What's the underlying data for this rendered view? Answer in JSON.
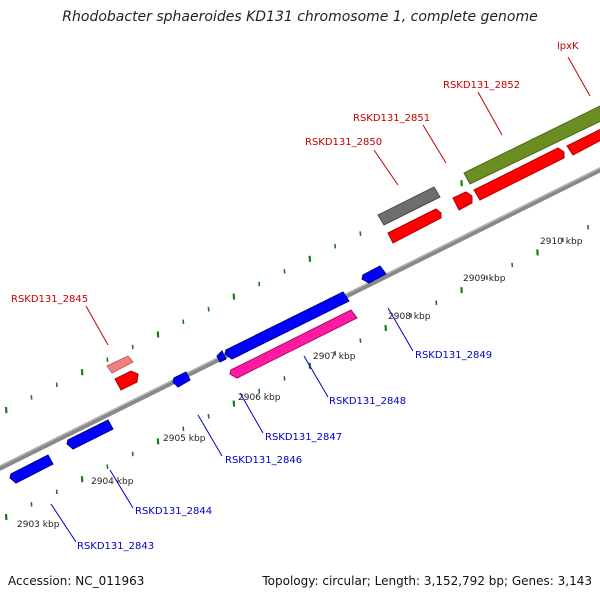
{
  "title": "Rhodobacter sphaeroides KD131 chromosome 1, complete genome",
  "footer": {
    "accession": "Accession: NC_011963",
    "topology": "Topology: circular; Length: 3,152,792 bp; Genes: 3,143"
  },
  "map": {
    "kbp_labels": [
      "2903 kbp",
      "2904 kbp",
      "2905 kbp",
      "2906 kbp",
      "2907 kbp",
      "2908 kbp",
      "2909 kbp",
      "2910 kbp"
    ],
    "genes": [
      {
        "id": "RSKD131_2843",
        "color": "#0000ff",
        "label_color": "#0000c8",
        "strand": "-"
      },
      {
        "id": "RSKD131_2844",
        "color": "#0000ff",
        "label_color": "#0000c8",
        "strand": "-"
      },
      {
        "id": "RSKD131_2845",
        "color": "#ff0000",
        "label_color": "#c80000",
        "strand": "+"
      },
      {
        "id": "RSKD131_2846",
        "color": "#0000ff",
        "label_color": "#0000c8",
        "strand": "-"
      },
      {
        "id": "RSKD131_2847",
        "color": "#0000ff",
        "label_color": "#0000c8",
        "strand": "-"
      },
      {
        "id": "RSKD131_2848",
        "color": "#ff1aa0",
        "label_color": "#0000c8",
        "strand": "-"
      },
      {
        "id": "RSKD131_2849",
        "color": "#0000ff",
        "label_color": "#0000c8",
        "strand": "-"
      },
      {
        "id": "RSKD131_2850",
        "color": "#ff0000",
        "label_color": "#c80000",
        "strand": "+"
      },
      {
        "id": "RSKD131_2851",
        "color": "#ff0000",
        "label_color": "#c80000",
        "strand": "+"
      },
      {
        "id": "RSKD131_2852",
        "color": "#ff0000",
        "label_color": "#c80000",
        "strand": "+"
      },
      {
        "id": "lpxK",
        "color": "#ff0000",
        "label_color": "#c80000",
        "strand": "+"
      }
    ],
    "colors": {
      "backbone": "#8c8c8c",
      "tick": "#1a7a1a",
      "gene_forward": "#ff0000",
      "gene_reverse": "#0000ff",
      "gene_pink": "#ff1aa0",
      "gene_pale": "#f28080",
      "feature_gray": "#707070",
      "feature_green": "#6b8e23"
    }
  }
}
